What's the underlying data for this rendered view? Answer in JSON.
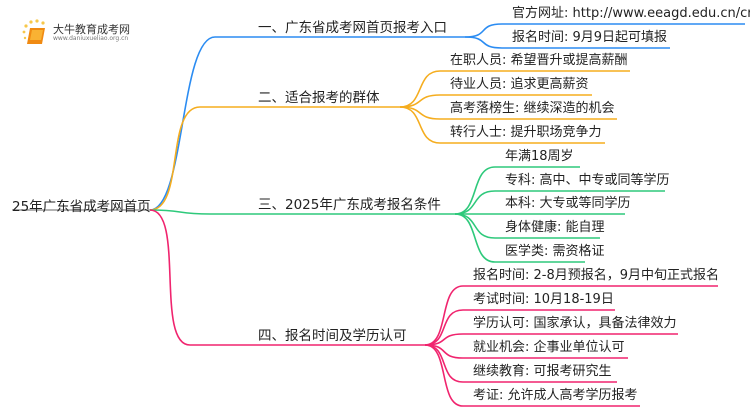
{
  "logo": {
    "title": "大牛教育成考网",
    "url": "www.daniuxueliao.org.cn"
  },
  "colors": {
    "blue": "#2b8cf2",
    "orange": "#f5ad1f",
    "green": "#2ec97b",
    "pink": "#f0246e"
  },
  "root": "25年广东省成考网首页",
  "branches": [
    {
      "label": "一、广东省成考网首页报考入口",
      "children": [
        "官方网址: http://www.eeagd.edu.cn/cr",
        "报名时间: 9月9日起可填报"
      ]
    },
    {
      "label": "二、适合报考的群体",
      "children": [
        "在职人员: 希望晋升或提高薪酬",
        "待业人员: 追求更高薪资",
        "高考落榜生: 继续深造的机会",
        "转行人士: 提升职场竞争力"
      ]
    },
    {
      "label": "三、2025年广东成考报名条件",
      "children": [
        "年满18周岁",
        "专科: 高中、中专或同等学历",
        "本科: 大专或等同学历",
        "身体健康: 能自理",
        "医学类: 需资格证"
      ]
    },
    {
      "label": "四、报名时间及学历认可",
      "children": [
        "报名时间: 2-8月预报名，9月中旬正式报名",
        "考试时间: 10月18-19日",
        "学历认可: 国家承认，具备法律效力",
        "就业机会: 企事业单位认可",
        "继续教育: 可报考研究生",
        "考证: 允许成人高考学历报考"
      ]
    }
  ]
}
